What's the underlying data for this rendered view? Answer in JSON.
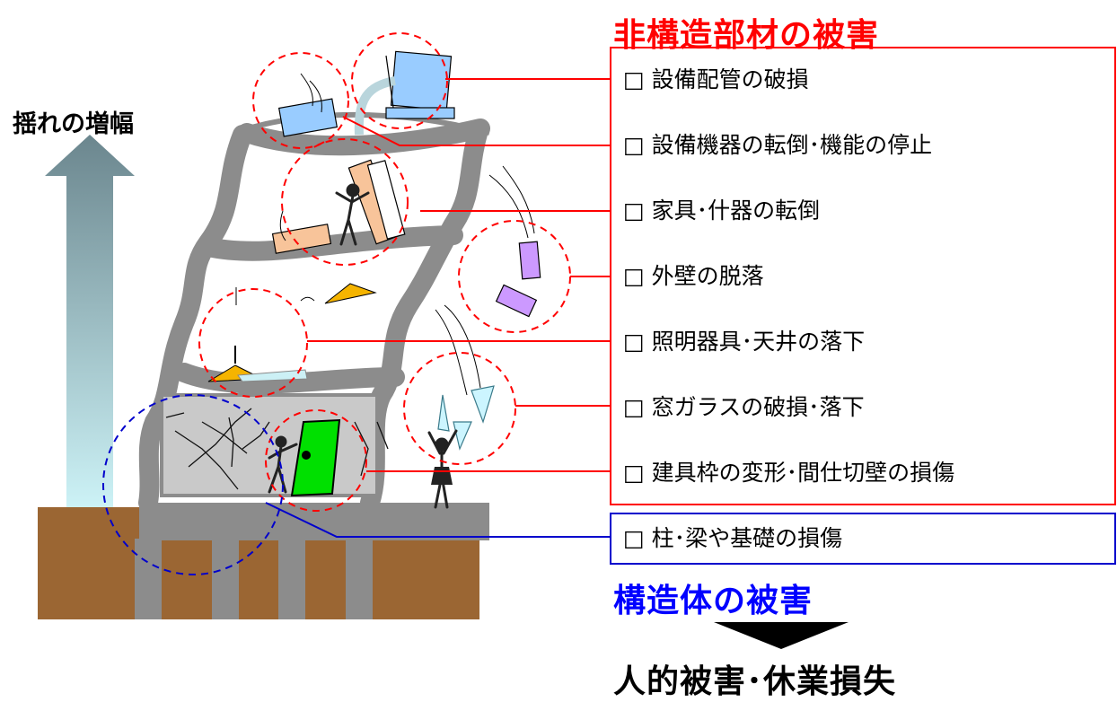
{
  "shake_label": "揺れの増幅",
  "nonstructural": {
    "title": "非構造部材の被害",
    "color": "#ff0000",
    "items": [
      "□ 設備配管の破損",
      "□ 設備機器の転倒･機能の停止",
      "□ 家具･什器の転倒",
      "□ 外壁の脱落",
      "□ 照明器具･天井の落下",
      "□ 窓ガラスの破損･落下",
      "□ 建具枠の変形･間仕切壁の損傷"
    ]
  },
  "structural": {
    "title": "構造体の被害",
    "color": "#0000ff",
    "items": [
      "□ 柱･梁や基礎の損傷"
    ]
  },
  "result": "人的被害･休業損失",
  "colors": {
    "ground": "#9b6633",
    "frame": "#8c8c8c",
    "arrow_top": "#6b868e",
    "arrow_bottom": "#c9f0f4",
    "door": "#00e000",
    "furniture": "#f8c49a",
    "equipment": "#99ccff",
    "lamp": "#f5b400",
    "facade": "#cc99ff",
    "glass": "#ccf5ff"
  }
}
